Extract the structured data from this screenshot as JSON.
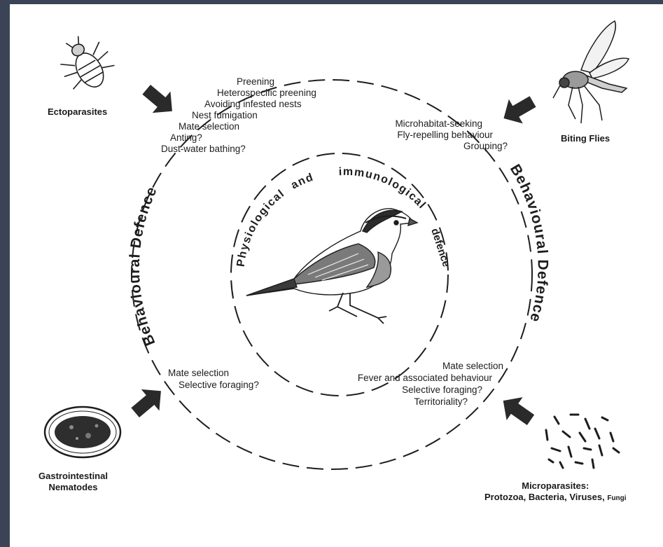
{
  "diagram": {
    "center_label": [
      "Physiological",
      "and",
      "immunological",
      "defence"
    ],
    "ring_label_left": "Behavioural Defence",
    "ring_label_right": "Behavioural Defence",
    "ectoparasites": {
      "label": "Ectoparasites",
      "defences": [
        "Preening",
        "Heterospecific preening",
        "Avoiding infested nests",
        "Nest fumigation",
        "Mate selection",
        "Anting?",
        "Dust-water bathing?"
      ]
    },
    "biting_flies": {
      "label": "Biting Flies",
      "defences": [
        "Microhabitat-seeking",
        "Fly-repelling behaviour",
        "Grouping?"
      ]
    },
    "nematodes": {
      "label_lines": [
        "Gastrointestinal",
        "Nematodes"
      ],
      "defences": [
        "Mate selection",
        "Selective foraging?"
      ]
    },
    "microparasites": {
      "label_line1": "Microparasites:",
      "label_line2": "Protozoa, Bacteria, Viruses,",
      "label_fungi": "Fungi",
      "defences": [
        "Mate selection",
        "Fever and associated behaviour",
        "Selective foraging?",
        "Territoriality?"
      ]
    }
  },
  "colors": {
    "frame": "#3b4356",
    "ink": "#1d1d1d",
    "arrow": "#2a2a2a"
  }
}
